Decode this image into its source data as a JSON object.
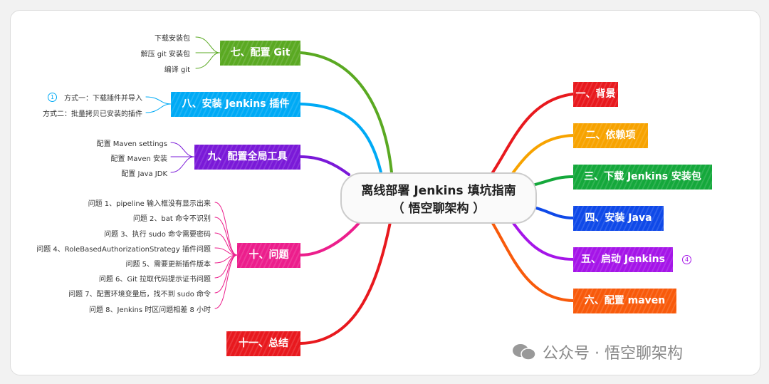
{
  "center": {
    "line1": "离线部署 Jenkins 填坑指南",
    "line2": "（ 悟空聊架构 ）"
  },
  "right": [
    {
      "label": "一、背景",
      "color": "#e8191e"
    },
    {
      "label": "二、依赖项",
      "color": "#f7a300"
    },
    {
      "label": "三、下载 Jenkins 安装包",
      "color": "#14a83b"
    },
    {
      "label": "四、安装 Java",
      "color": "#0f49e8"
    },
    {
      "label": "五、启动 Jenkins",
      "color": "#a515e8",
      "badge": "4"
    },
    {
      "label": "六、配置 maven",
      "color": "#f85a0b"
    }
  ],
  "left": [
    {
      "label": "七、配置 Git",
      "color": "#5aa922",
      "children": [
        "下载安装包",
        "解压 git 安装包",
        "编译 git"
      ]
    },
    {
      "label": "八、安装 Jenkins 插件",
      "color": "#00aaf5",
      "children": [
        "方式一：下载插件并导入",
        "方式二：批量拷贝已安装的插件"
      ],
      "badge": "1"
    },
    {
      "label": "九、配置全局工具",
      "color": "#7a19d8",
      "children": [
        "配置 Maven settings",
        "配置 Maven 安装",
        "配置 Java JDK"
      ]
    },
    {
      "label": "十、问题",
      "color": "#ec1e8c",
      "children": [
        "问题 1、pipeline 输入框没有显示出来",
        "问题 2、bat 命令不识别",
        "问题 3、执行 sudo 命令需要密码",
        "问题 4、RoleBasedAuthorizationStrategy 插件问题",
        "问题 5、需要更新插件版本",
        "问题 6、Git 拉取代码提示证书问题",
        "问题 7、配置环境变量后，找不到 sudo 命令",
        "问题 8、Jenkins 时区问题相差 8 小时"
      ]
    },
    {
      "label": "十一、总结",
      "color": "#e8191e"
    }
  ],
  "watermark": "公众号 · 悟空聊架构"
}
